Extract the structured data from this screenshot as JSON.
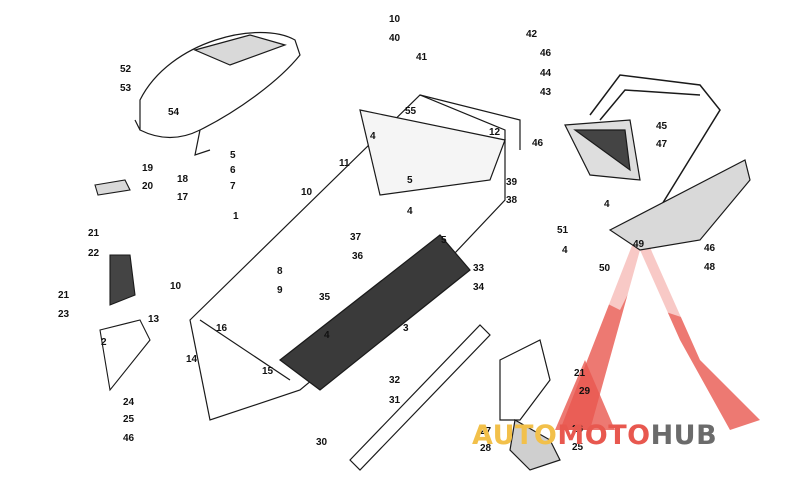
{
  "colors": {
    "line": "#1a1a1a",
    "shade": "#cfcfcf",
    "dark": "#3a3a3a",
    "logo_red": "#e8584f",
    "logo_gold": "#f2c04a",
    "logo_gray": "#6b6b6b"
  },
  "watermark": {
    "part_auto": "AUTO",
    "part_moto": "MOTO",
    "part_hub": "HUB"
  },
  "callouts": [
    "52",
    "53",
    "54",
    "19",
    "20",
    "18",
    "17",
    "21",
    "22",
    "21",
    "23",
    "10",
    "13",
    "2",
    "16",
    "14",
    "24",
    "25",
    "46",
    "5",
    "6",
    "7",
    "1",
    "10",
    "8",
    "9",
    "35",
    "37",
    "36",
    "15",
    "3",
    "4",
    "32",
    "31",
    "30",
    "11",
    "4",
    "55",
    "12",
    "5",
    "39",
    "38",
    "4",
    "5",
    "33",
    "34",
    "10",
    "40",
    "41",
    "42",
    "46",
    "44",
    "43",
    "46",
    "45",
    "47",
    "4",
    "51",
    "49",
    "50",
    "4",
    "46",
    "48",
    "21",
    "29",
    "27",
    "28",
    "26",
    "25"
  ]
}
